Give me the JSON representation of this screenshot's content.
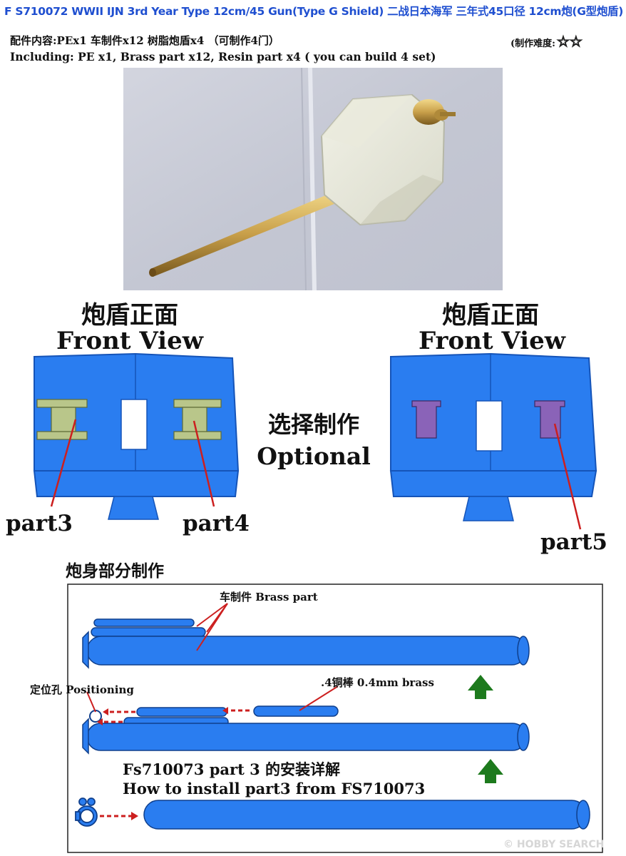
{
  "header": {
    "title": "F S710072 WWII IJN 3rd Year Type 12cm/45 Gun(Type G Shield) 二战日本海军 三年式45口径 12cm炮(G型炮盾)",
    "contents_cn": "配件内容:PEx1 车制件x12 树脂炮盾x4 （可制作4门）",
    "difficulty_label": "(制作难度:",
    "difficulty_stars": "☆☆",
    "difficulty_rating": 2,
    "contents_en": "Including: PE x1, Brass part x12, Resin part x4 ( you can build 4 set)"
  },
  "front_view_left": {
    "cn": "炮盾正面",
    "en": "Front View"
  },
  "front_view_right": {
    "cn": "炮盾正面",
    "en": "Front View"
  },
  "optional": {
    "cn": "选择制作",
    "en": "Optional"
  },
  "parts": {
    "part3": "part3",
    "part4": "part4",
    "part5": "part5"
  },
  "barrel_section": {
    "title": "炮身部分制作",
    "brass_part_label": "车制件 Brass part",
    "positioning_label": "定位孔 Positioning",
    "brass_rod_label": ".4铜棒 0.4mm brass",
    "install_cn": "Fs710073 part 3 的安装详解",
    "install_en": "How to install part3 from FS710073"
  },
  "colors": {
    "title_blue": "#1f4fd0",
    "shield_blue": "#2a7df0",
    "pe_part_green": "#b9c68a",
    "resin_part_purple": "#8a63b8",
    "pointer_red": "#cc1f1f",
    "arrow_green": "#1d7a1d",
    "photo_bg": "#c9ccd8"
  },
  "watermark": "© HOBBY SEARCH"
}
